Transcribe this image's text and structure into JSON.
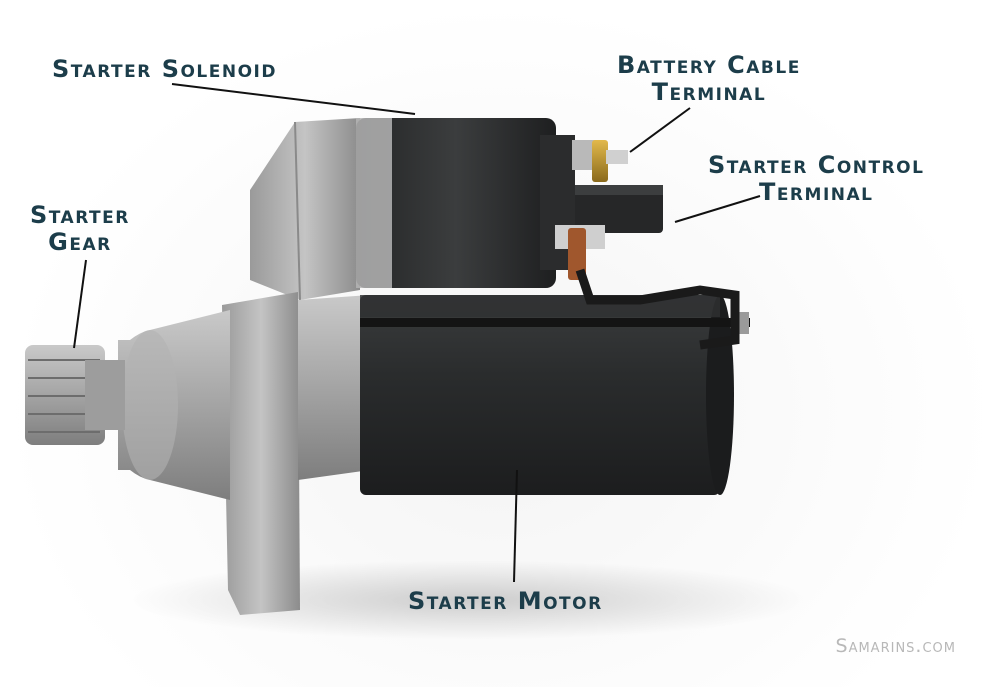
{
  "diagram": {
    "subject": "Car starter motor",
    "background_color": "#ffffff",
    "label_color": "#1c3d4a",
    "leader_line_color": "#111111",
    "labels": [
      {
        "id": "solenoid",
        "lines": [
          "Starter Solenoid"
        ]
      },
      {
        "id": "battery_cable_terminal",
        "lines": [
          "Battery Cable",
          "Terminal"
        ]
      },
      {
        "id": "control_terminal",
        "lines": [
          "Starter Control",
          "Terminal"
        ]
      },
      {
        "id": "gear",
        "lines": [
          "Starter Gear"
        ]
      },
      {
        "id": "motor",
        "lines": [
          "Starter Motor"
        ]
      }
    ],
    "labels_split": {
      "gear": [
        "Starter",
        "Gear"
      ]
    },
    "watermark": "Samarins.com"
  }
}
